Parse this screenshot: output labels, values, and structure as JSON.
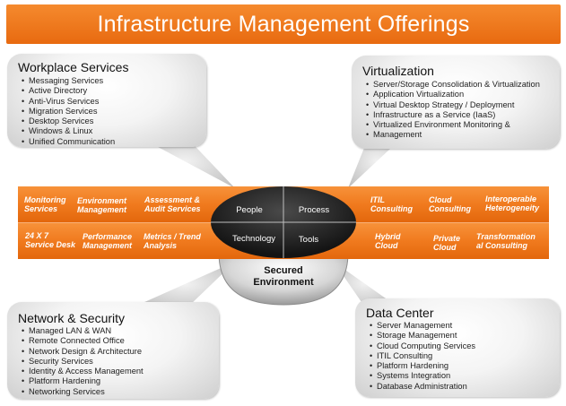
{
  "title": "Infrastructure Management Offerings",
  "workplace": {
    "title": "Workplace Services",
    "items": [
      "Messaging Services",
      "Active Directory",
      "Anti-Virus Services",
      "Migration Services",
      "Desktop Services",
      "Windows & Linux",
      "Unified Communication"
    ]
  },
  "virtualization": {
    "title": "Virtualization",
    "items": [
      "Server/Storage Consolidation & Virtualization",
      "Application Virtualization",
      "Virtual Desktop Strategy / Deployment",
      "Infrastructure as a Service (IaaS)",
      "Virtualized Environment Monitoring &",
      "Management"
    ]
  },
  "network": {
    "title": "Network & Security",
    "items": [
      "Managed LAN & WAN",
      "Remote Connected Office",
      "Network Design & Architecture",
      "Security Services",
      "Identity & Access Management",
      "Platform Hardening",
      "Networking Services"
    ]
  },
  "datacenter": {
    "title": "Data Center",
    "items": [
      "Server Management",
      "Storage Management",
      "Cloud Computing Services",
      "ITIL Consulting",
      "Platform Hardening",
      "Systems Integration",
      "Database Administration"
    ]
  },
  "band": {
    "top_left": [
      [
        "Monitoring",
        "Services"
      ],
      [
        "Environment",
        "Management"
      ],
      [
        "Assessment &",
        "Audit  Services"
      ]
    ],
    "bottom_left": [
      [
        "24 X 7",
        "Service Desk"
      ],
      [
        "Performance",
        "Management"
      ],
      [
        "Metrics  / Trend",
        "Analysis"
      ]
    ],
    "top_right": [
      [
        "ITIL",
        "Consulting"
      ],
      [
        "Cloud",
        "Consulting"
      ],
      [
        "Interoperable",
        "Heterogeneity"
      ]
    ],
    "bottom_right": [
      [
        "Hybrid",
        "Cloud"
      ],
      [
        "Private",
        "Cloud"
      ],
      [
        "Transformation",
        "al Consulting"
      ]
    ]
  },
  "center": {
    "people": "People",
    "process": "Process",
    "technology": "Technology",
    "tools": "Tools"
  },
  "secured": [
    "Secured",
    "Environment"
  ],
  "colors": {
    "orange": "#f07a1e",
    "band_dark": "#e3670c",
    "ellipse": "#1e1e1e",
    "bubble_edge": "#c8c8c8"
  }
}
